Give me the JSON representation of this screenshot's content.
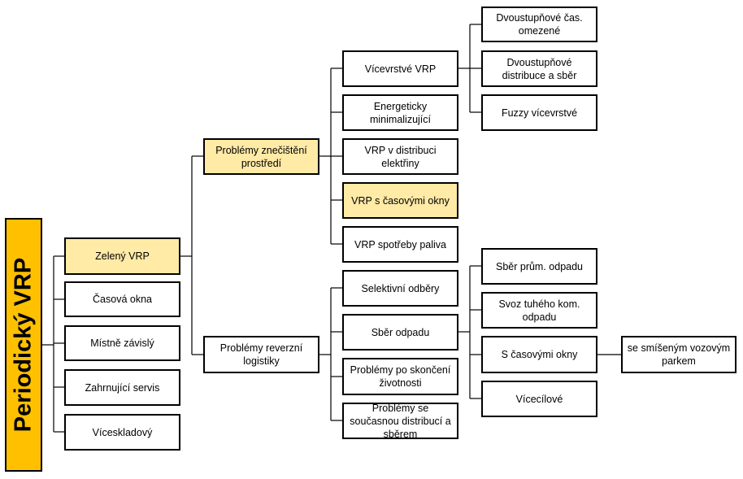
{
  "root": {
    "label": "Periodický VRP"
  },
  "level1": [
    {
      "label": "Zelený VRP",
      "highlight": true
    },
    {
      "label": "Časová okna"
    },
    {
      "label": "Místně závislý"
    },
    {
      "label": "Zahrnující servis"
    },
    {
      "label": "Víceskladový"
    }
  ],
  "level2": [
    {
      "label": "Problémy znečištění prostředí",
      "highlight": true
    },
    {
      "label": "Problémy reverzní logistiky"
    }
  ],
  "pollution": [
    {
      "label": "Vícevrstvé VRP"
    },
    {
      "label": "Energeticky minimalizující"
    },
    {
      "label": "VRP v distribuci elektřiny"
    },
    {
      "label": "VRP s časovými okny",
      "highlight": true
    },
    {
      "label": "VRP spotřeby paliva"
    }
  ],
  "multilayer": [
    {
      "label": "Dvoustupňové čas. omezené"
    },
    {
      "label": "Dvoustupňové distribuce a sběr"
    },
    {
      "label": "Fuzzy vícevrstvé"
    }
  ],
  "reverse": [
    {
      "label": "Selektivní odběry"
    },
    {
      "label": "Sběr odpadu"
    },
    {
      "label": "Problémy po skončení životnosti"
    },
    {
      "label": "Problémy se současnou distribucí a sběrem"
    }
  ],
  "waste": [
    {
      "label": "Sběr prům. odpadu"
    },
    {
      "label": "Svoz tuhého kom. odpadu"
    },
    {
      "label": "S časovými okny"
    },
    {
      "label": "Vícecílové"
    }
  ],
  "fleet": {
    "label": "se smíšeným vozovým parkem"
  },
  "colors": {
    "root": "#ffc000",
    "highlight": "#ffeaa6",
    "border": "#000000"
  }
}
